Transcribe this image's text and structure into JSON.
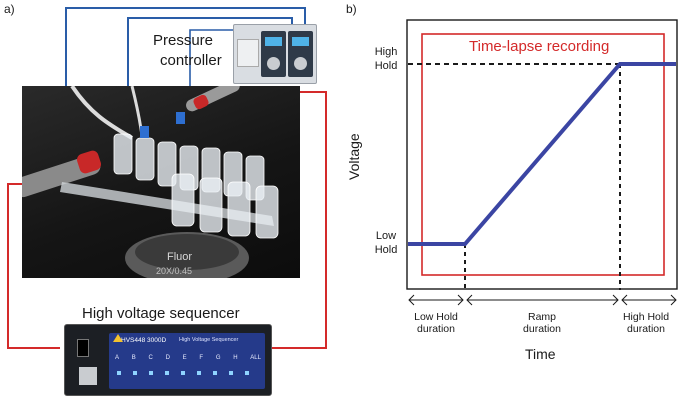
{
  "panel_a": {
    "tag": "a)",
    "pressure_label_line1": "Pressure",
    "pressure_label_line2": "controller",
    "sequencer_label": "High voltage sequencer",
    "objective_text": "Fluor",
    "objective_mag": "20X/0.45",
    "sequencer_model": "HVS448 3000D",
    "sequencer_subtitle": "High Voltage Sequencer",
    "channel_keys": [
      "A",
      "B",
      "C",
      "D",
      "E",
      "F",
      "G",
      "H",
      "ALL"
    ],
    "wire_colors": {
      "pressure": "#2a5da8",
      "voltage": "#d42a2a"
    }
  },
  "panel_b": {
    "tag": "b)",
    "y_axis_label": "Voltage",
    "x_axis_label": "Time",
    "y_tick_high": [
      "High",
      "Hold"
    ],
    "y_tick_low": [
      "Low",
      "Hold"
    ],
    "recording_label": "Time-lapse recording",
    "durations": [
      {
        "line1": "Low Hold",
        "line2": "duration"
      },
      {
        "line1": "Ramp",
        "line2": "duration"
      },
      {
        "line1": "High Hold",
        "line2": "duration"
      }
    ],
    "colors": {
      "trace": "#3b45a3",
      "recording_box": "#d42a2a"
    }
  },
  "chart_data": {
    "type": "line",
    "x": [
      0,
      0.27,
      0.78,
      1.0
    ],
    "y": [
      "Low Hold",
      "Low Hold",
      "High Hold",
      "High Hold"
    ],
    "xlabel": "Time",
    "ylabel": "Voltage",
    "segments": [
      "Low Hold duration",
      "Ramp duration",
      "High Hold duration"
    ],
    "annotation": "Time-lapse recording"
  }
}
